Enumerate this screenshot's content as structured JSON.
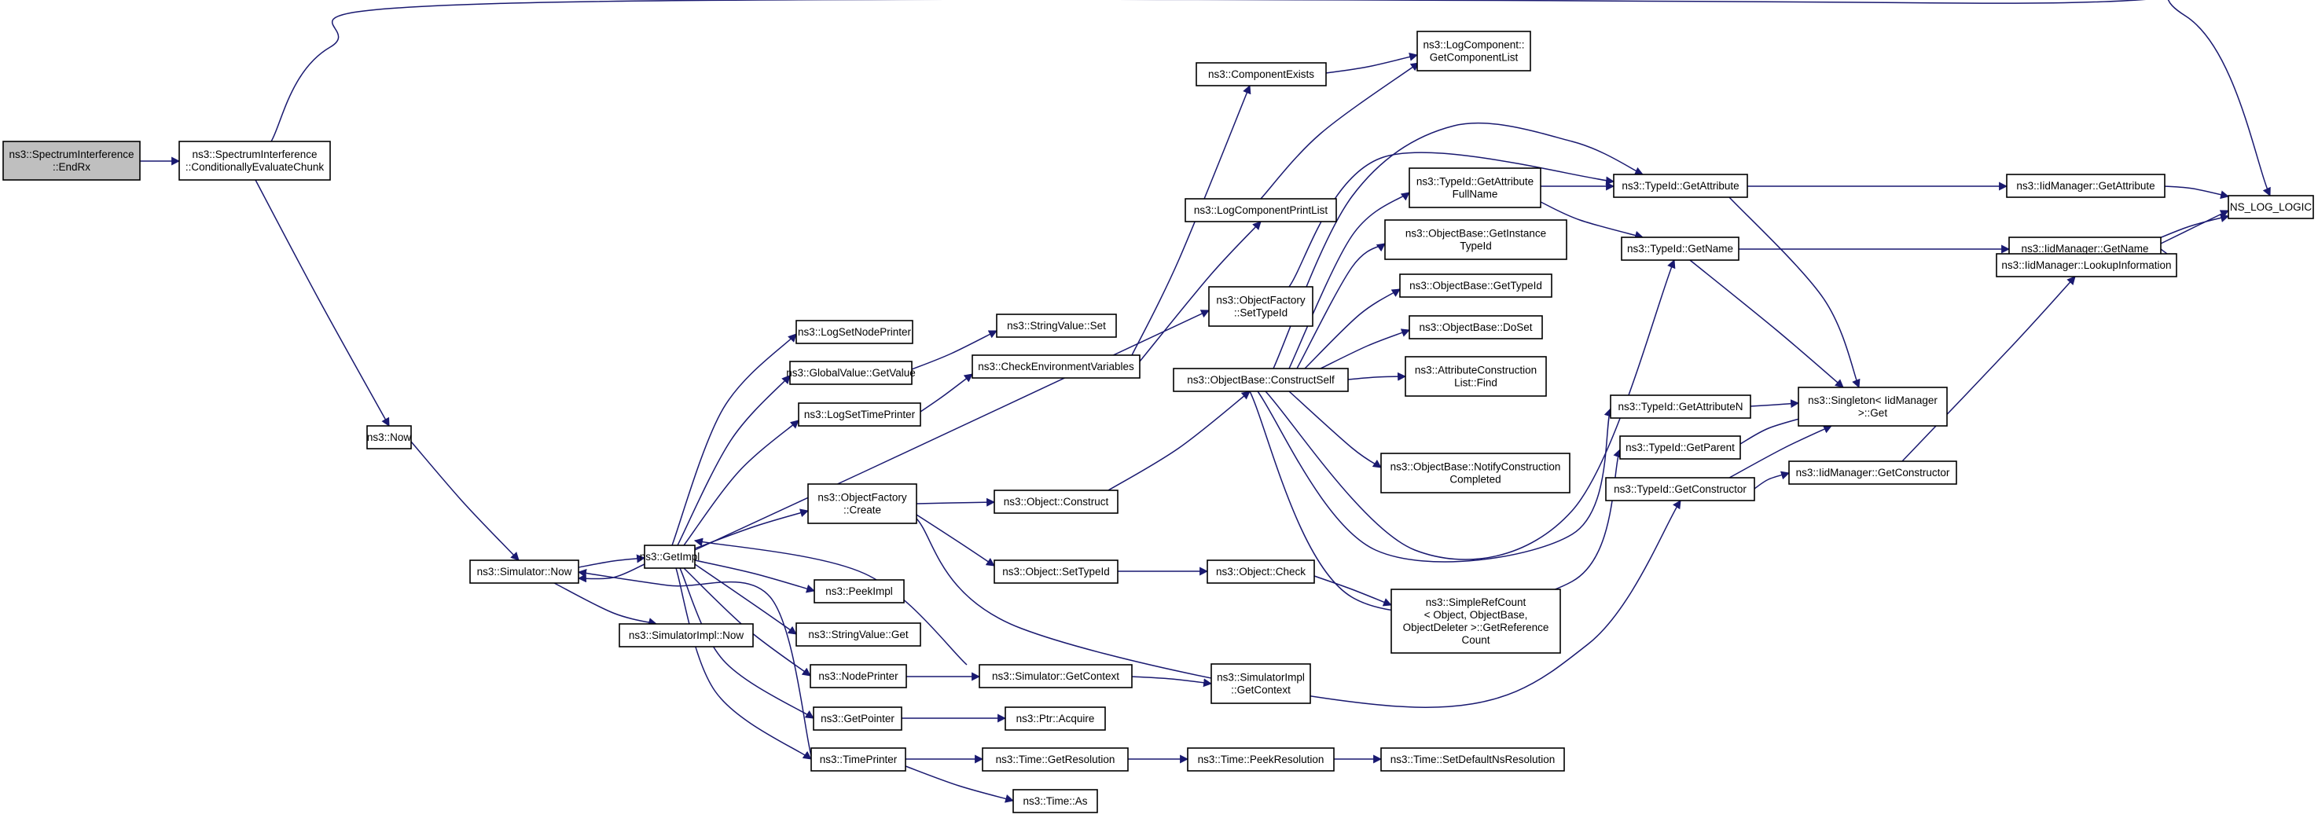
{
  "graph": {
    "colors": {
      "edge": "#191970",
      "border_default": "#000000",
      "border_truncated": "#ff0000",
      "root_fill": "#bfbfbf",
      "fill": "#ffffff"
    },
    "nodes": [
      {
        "id": "endrx",
        "lines": [
          "ns3::SpectrumInterference",
          "::EndRx"
        ],
        "style": "root"
      },
      {
        "id": "condeval",
        "lines": [
          "ns3::SpectrumInterference",
          "::ConditionallyEvaluateChunk"
        ]
      },
      {
        "id": "nslog",
        "lines": [
          "NS_LOG_LOGIC"
        ]
      },
      {
        "id": "now",
        "lines": [
          "ns3::Now"
        ]
      },
      {
        "id": "simnow",
        "lines": [
          "ns3::Simulator::Now"
        ]
      },
      {
        "id": "simimplnow",
        "lines": [
          "ns3::SimulatorImpl::Now"
        ]
      },
      {
        "id": "getimpl",
        "lines": [
          "ns3::GetImpl"
        ]
      },
      {
        "id": "logsetnode",
        "lines": [
          "ns3::LogSetNodePrinter"
        ]
      },
      {
        "id": "globalget",
        "lines": [
          "ns3::GlobalValue::GetValue"
        ]
      },
      {
        "id": "logsettime",
        "lines": [
          "ns3::LogSetTimePrinter"
        ]
      },
      {
        "id": "objfactcreate",
        "lines": [
          "ns3::ObjectFactory",
          "::Create"
        ]
      },
      {
        "id": "peekimpl",
        "lines": [
          "ns3::PeekImpl"
        ]
      },
      {
        "id": "strvalget",
        "lines": [
          "ns3::StringValue::Get"
        ]
      },
      {
        "id": "nodeprinter",
        "lines": [
          "ns3::NodePrinter"
        ]
      },
      {
        "id": "getpointer",
        "lines": [
          "ns3::GetPointer"
        ]
      },
      {
        "id": "timeprinter",
        "lines": [
          "ns3::TimePrinter"
        ]
      },
      {
        "id": "strvalset",
        "lines": [
          "ns3::StringValue::Set"
        ]
      },
      {
        "id": "checkenv",
        "lines": [
          "ns3::CheckEnvironmentVariables"
        ]
      },
      {
        "id": "objconstruct",
        "lines": [
          "ns3::Object::Construct"
        ]
      },
      {
        "id": "objsettypeid",
        "lines": [
          "ns3::Object::SetTypeId"
        ]
      },
      {
        "id": "simgetctx",
        "lines": [
          "ns3::Simulator::GetContext"
        ]
      },
      {
        "id": "ptracquire",
        "lines": [
          "ns3::Ptr::Acquire"
        ]
      },
      {
        "id": "timegetres",
        "lines": [
          "ns3::Time::GetResolution"
        ]
      },
      {
        "id": "timeas",
        "lines": [
          "ns3::Time::As"
        ]
      },
      {
        "id": "compexists",
        "lines": [
          "ns3::ComponentExists"
        ]
      },
      {
        "id": "logcompprint",
        "lines": [
          "ns3::LogComponentPrintList"
        ]
      },
      {
        "id": "objfactset",
        "lines": [
          "ns3::ObjectFactory",
          "::SetTypeId"
        ]
      },
      {
        "id": "constructself",
        "lines": [
          "ns3::ObjectBase::ConstructSelf"
        ]
      },
      {
        "id": "objcheck",
        "lines": [
          "ns3::Object::Check"
        ]
      },
      {
        "id": "simimplctx",
        "lines": [
          "ns3::SimulatorImpl",
          "::GetContext"
        ]
      },
      {
        "id": "timepeekres",
        "lines": [
          "ns3::Time::PeekResolution"
        ]
      },
      {
        "id": "logcompget",
        "lines": [
          "ns3::LogComponent::",
          "GetComponentList"
        ]
      },
      {
        "id": "getattrfull",
        "lines": [
          "ns3::TypeId::GetAttribute",
          "FullName"
        ]
      },
      {
        "id": "getinstance",
        "lines": [
          "ns3::ObjectBase::GetInstance",
          "TypeId"
        ]
      },
      {
        "id": "objgettypeid",
        "lines": [
          "ns3::ObjectBase::GetTypeId"
        ],
        "style": "truncated"
      },
      {
        "id": "doset",
        "lines": [
          "ns3::ObjectBase::DoSet"
        ]
      },
      {
        "id": "attrconsfind",
        "lines": [
          "ns3::AttributeConstruction",
          "List::Find"
        ]
      },
      {
        "id": "notifycons",
        "lines": [
          "ns3::ObjectBase::NotifyConstruction",
          "Completed"
        ]
      },
      {
        "id": "simplerefcount",
        "lines": [
          "ns3::SimpleRefCount",
          "< Object, ObjectBase,",
          "ObjectDeleter >::GetReference",
          "Count"
        ]
      },
      {
        "id": "setdefaultres",
        "lines": [
          "ns3::Time::SetDefaultNsResolution"
        ],
        "style": "truncated"
      },
      {
        "id": "tidgetattr",
        "lines": [
          "ns3::TypeId::GetAttribute"
        ]
      },
      {
        "id": "tidgetname",
        "lines": [
          "ns3::TypeId::GetName"
        ]
      },
      {
        "id": "tidgetattrn",
        "lines": [
          "ns3::TypeId::GetAttributeN"
        ],
        "style": "truncated"
      },
      {
        "id": "tidgetparent",
        "lines": [
          "ns3::TypeId::GetParent"
        ],
        "style": "truncated"
      },
      {
        "id": "tidgetcons",
        "lines": [
          "ns3::TypeId::GetConstructor"
        ]
      },
      {
        "id": "iidgetattr",
        "lines": [
          "ns3::IidManager::GetAttribute"
        ]
      },
      {
        "id": "iidgetname",
        "lines": [
          "ns3::IidManager::GetName"
        ]
      },
      {
        "id": "singleton",
        "lines": [
          "ns3::Singleton< IidManager",
          ">::Get"
        ]
      },
      {
        "id": "iidgetcons",
        "lines": [
          "ns3::IidManager::GetConstructor"
        ]
      },
      {
        "id": "iidlookup",
        "lines": [
          "ns3::IidManager::LookupInformation"
        ]
      }
    ],
    "edges": [
      {
        "from": "endrx",
        "to": "condeval"
      },
      {
        "from": "condeval",
        "to": "nslog"
      },
      {
        "from": "condeval",
        "to": "now"
      },
      {
        "from": "now",
        "to": "simnow"
      },
      {
        "from": "simnow",
        "to": "getimpl"
      },
      {
        "from": "simnow",
        "to": "simimplnow"
      },
      {
        "from": "getimpl",
        "to": "logsetnode"
      },
      {
        "from": "getimpl",
        "to": "globalget"
      },
      {
        "from": "getimpl",
        "to": "logsettime"
      },
      {
        "from": "getimpl",
        "to": "objfactcreate"
      },
      {
        "from": "getimpl",
        "to": "peekimpl"
      },
      {
        "from": "getimpl",
        "to": "strvalget"
      },
      {
        "from": "getimpl",
        "to": "nodeprinter"
      },
      {
        "from": "getimpl",
        "to": "getpointer"
      },
      {
        "from": "getimpl",
        "to": "timeprinter"
      },
      {
        "from": "getimpl",
        "to": "objfactset"
      },
      {
        "from": "getimpl",
        "to": "simnow"
      },
      {
        "from": "globalget",
        "to": "strvalset"
      },
      {
        "from": "logsettime",
        "to": "checkenv"
      },
      {
        "from": "checkenv",
        "to": "compexists"
      },
      {
        "from": "checkenv",
        "to": "logcompprint"
      },
      {
        "from": "compexists",
        "to": "logcompget"
      },
      {
        "from": "logcompprint",
        "to": "logcompget"
      },
      {
        "from": "objfactset",
        "to": "tidgetattr"
      },
      {
        "from": "objfactcreate",
        "to": "objconstruct"
      },
      {
        "from": "objfactcreate",
        "to": "objsettypeid"
      },
      {
        "from": "objfactcreate",
        "to": "tidgetcons"
      },
      {
        "from": "objconstruct",
        "to": "constructself"
      },
      {
        "from": "objsettypeid",
        "to": "objcheck"
      },
      {
        "from": "objcheck",
        "to": "simplerefcount"
      },
      {
        "from": "nodeprinter",
        "to": "simgetctx"
      },
      {
        "from": "simgetctx",
        "to": "getimpl"
      },
      {
        "from": "simgetctx",
        "to": "simimplctx"
      },
      {
        "from": "getpointer",
        "to": "ptracquire"
      },
      {
        "from": "timeprinter",
        "to": "timegetres"
      },
      {
        "from": "timeprinter",
        "to": "timeas"
      },
      {
        "from": "timeprinter",
        "to": "simnow"
      },
      {
        "from": "timegetres",
        "to": "timepeekres"
      },
      {
        "from": "timepeekres",
        "to": "setdefaultres"
      },
      {
        "from": "constructself",
        "to": "getattrfull"
      },
      {
        "from": "constructself",
        "to": "getinstance"
      },
      {
        "from": "constructself",
        "to": "objgettypeid"
      },
      {
        "from": "constructself",
        "to": "doset"
      },
      {
        "from": "constructself",
        "to": "attrconsfind"
      },
      {
        "from": "constructself",
        "to": "notifycons"
      },
      {
        "from": "constructself",
        "to": "tidgetattr"
      },
      {
        "from": "constructself",
        "to": "tidgetname"
      },
      {
        "from": "constructself",
        "to": "tidgetattrn"
      },
      {
        "from": "constructself",
        "to": "tidgetparent"
      },
      {
        "from": "getattrfull",
        "to": "tidgetattr"
      },
      {
        "from": "getattrfull",
        "to": "tidgetname"
      },
      {
        "from": "tidgetattr",
        "to": "iidgetattr"
      },
      {
        "from": "tidgetattr",
        "to": "singleton"
      },
      {
        "from": "tidgetname",
        "to": "iidgetname"
      },
      {
        "from": "tidgetname",
        "to": "singleton"
      },
      {
        "from": "tidgetattrn",
        "to": "singleton"
      },
      {
        "from": "tidgetparent",
        "to": "singleton"
      },
      {
        "from": "tidgetcons",
        "to": "singleton"
      },
      {
        "from": "tidgetcons",
        "to": "iidgetcons"
      },
      {
        "from": "iidgetattr",
        "to": "nslog"
      },
      {
        "from": "iidgetname",
        "to": "nslog"
      },
      {
        "from": "iidgetname",
        "to": "iidlookup"
      },
      {
        "from": "iidgetcons",
        "to": "iidlookup"
      },
      {
        "from": "iidlookup",
        "to": "nslog"
      }
    ]
  }
}
